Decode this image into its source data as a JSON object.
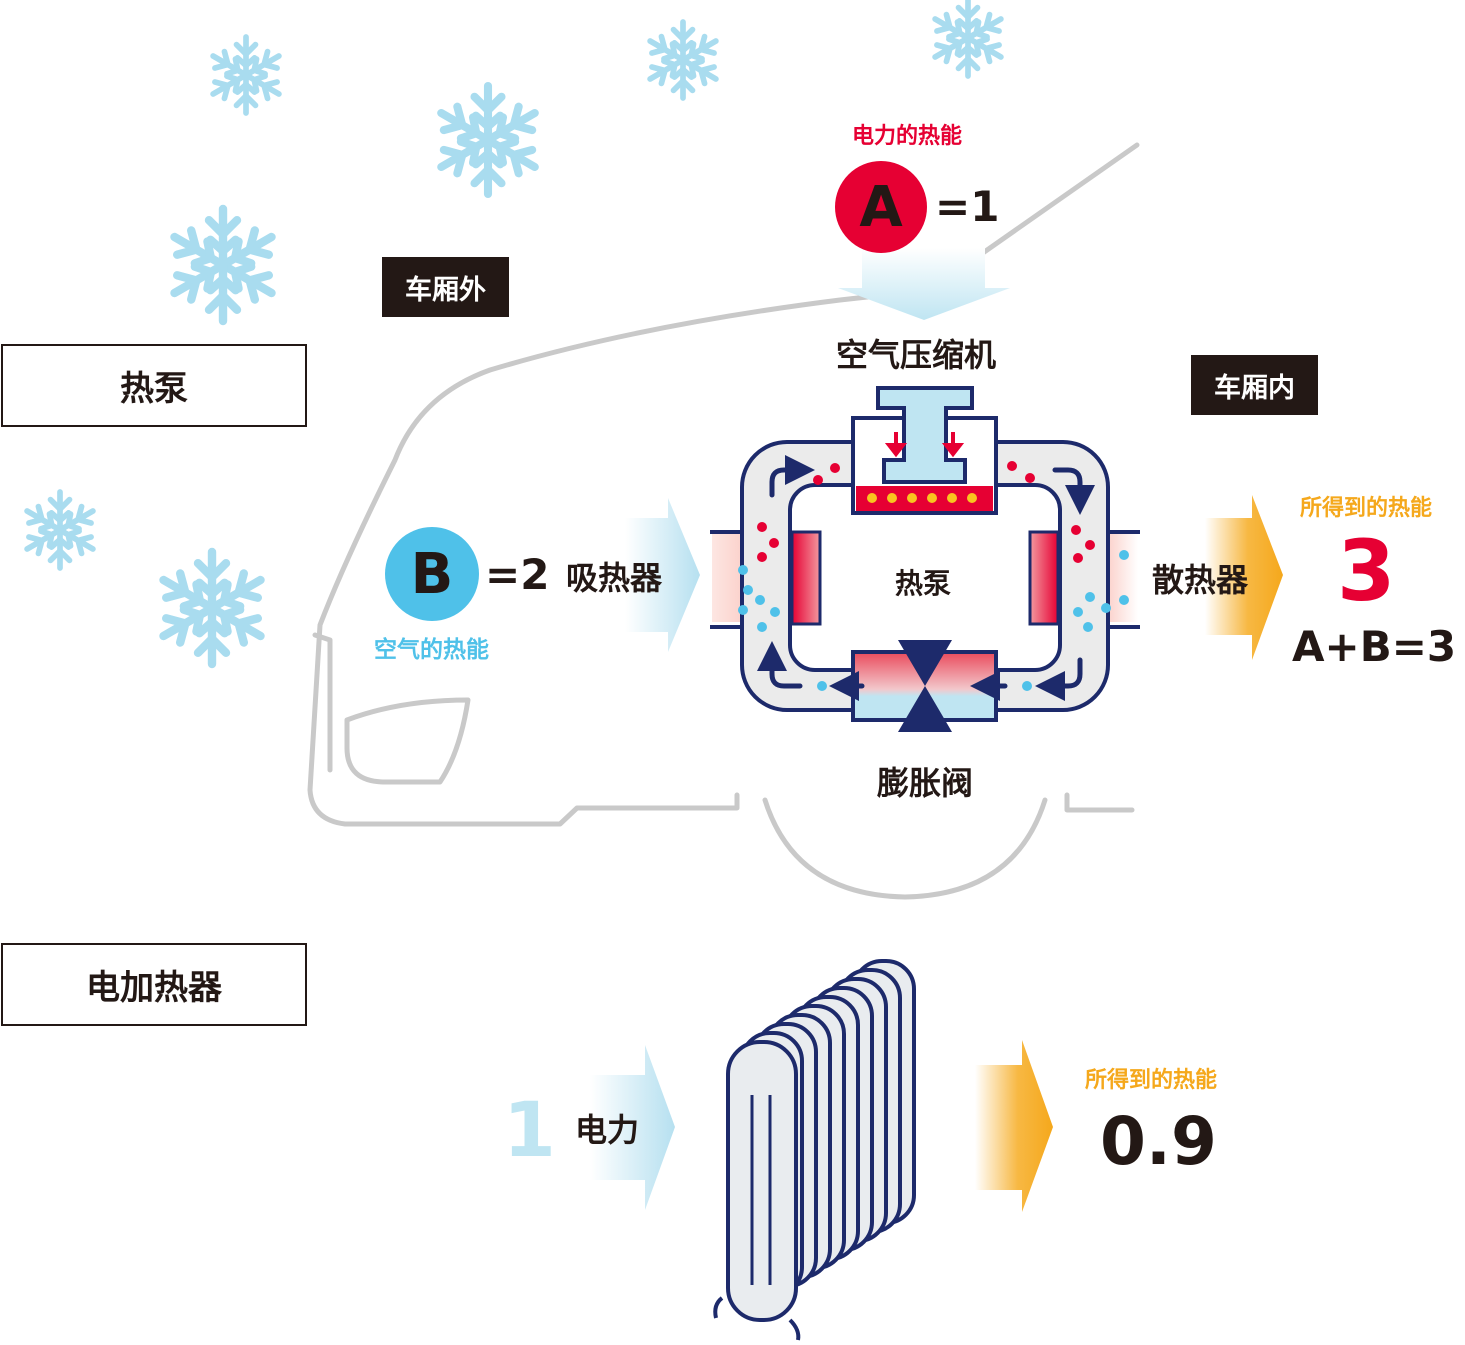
{
  "sections": {
    "heat_pump": "热泵",
    "electric_heater": "电加热器"
  },
  "zones": {
    "outside": "车厢外",
    "inside": "车厢内"
  },
  "heat_pump": {
    "a_caption": "电力的热能",
    "a_letter": "A",
    "a_value": "=1",
    "compressor": "空气压缩机",
    "b_letter": "B",
    "b_value": "=2",
    "b_caption": "空气的热能",
    "absorber": "吸热器",
    "center": "热泵",
    "radiator": "散热器",
    "valve": "膨胀阀",
    "result_caption": "所得到的热能",
    "result_value": "3",
    "formula": "A+B=3"
  },
  "heater": {
    "input_value": "1",
    "input_label": "电力",
    "result_caption": "所得到的热能",
    "result_value": "0.9"
  },
  "colors": {
    "red": "#e60033",
    "cyan": "#4fc1e9",
    "navy": "#1d2a6b",
    "orange": "#f5a81c",
    "light_blue": "#bfe5f2",
    "gray": "#c9c9c9",
    "dark": "#231815"
  }
}
